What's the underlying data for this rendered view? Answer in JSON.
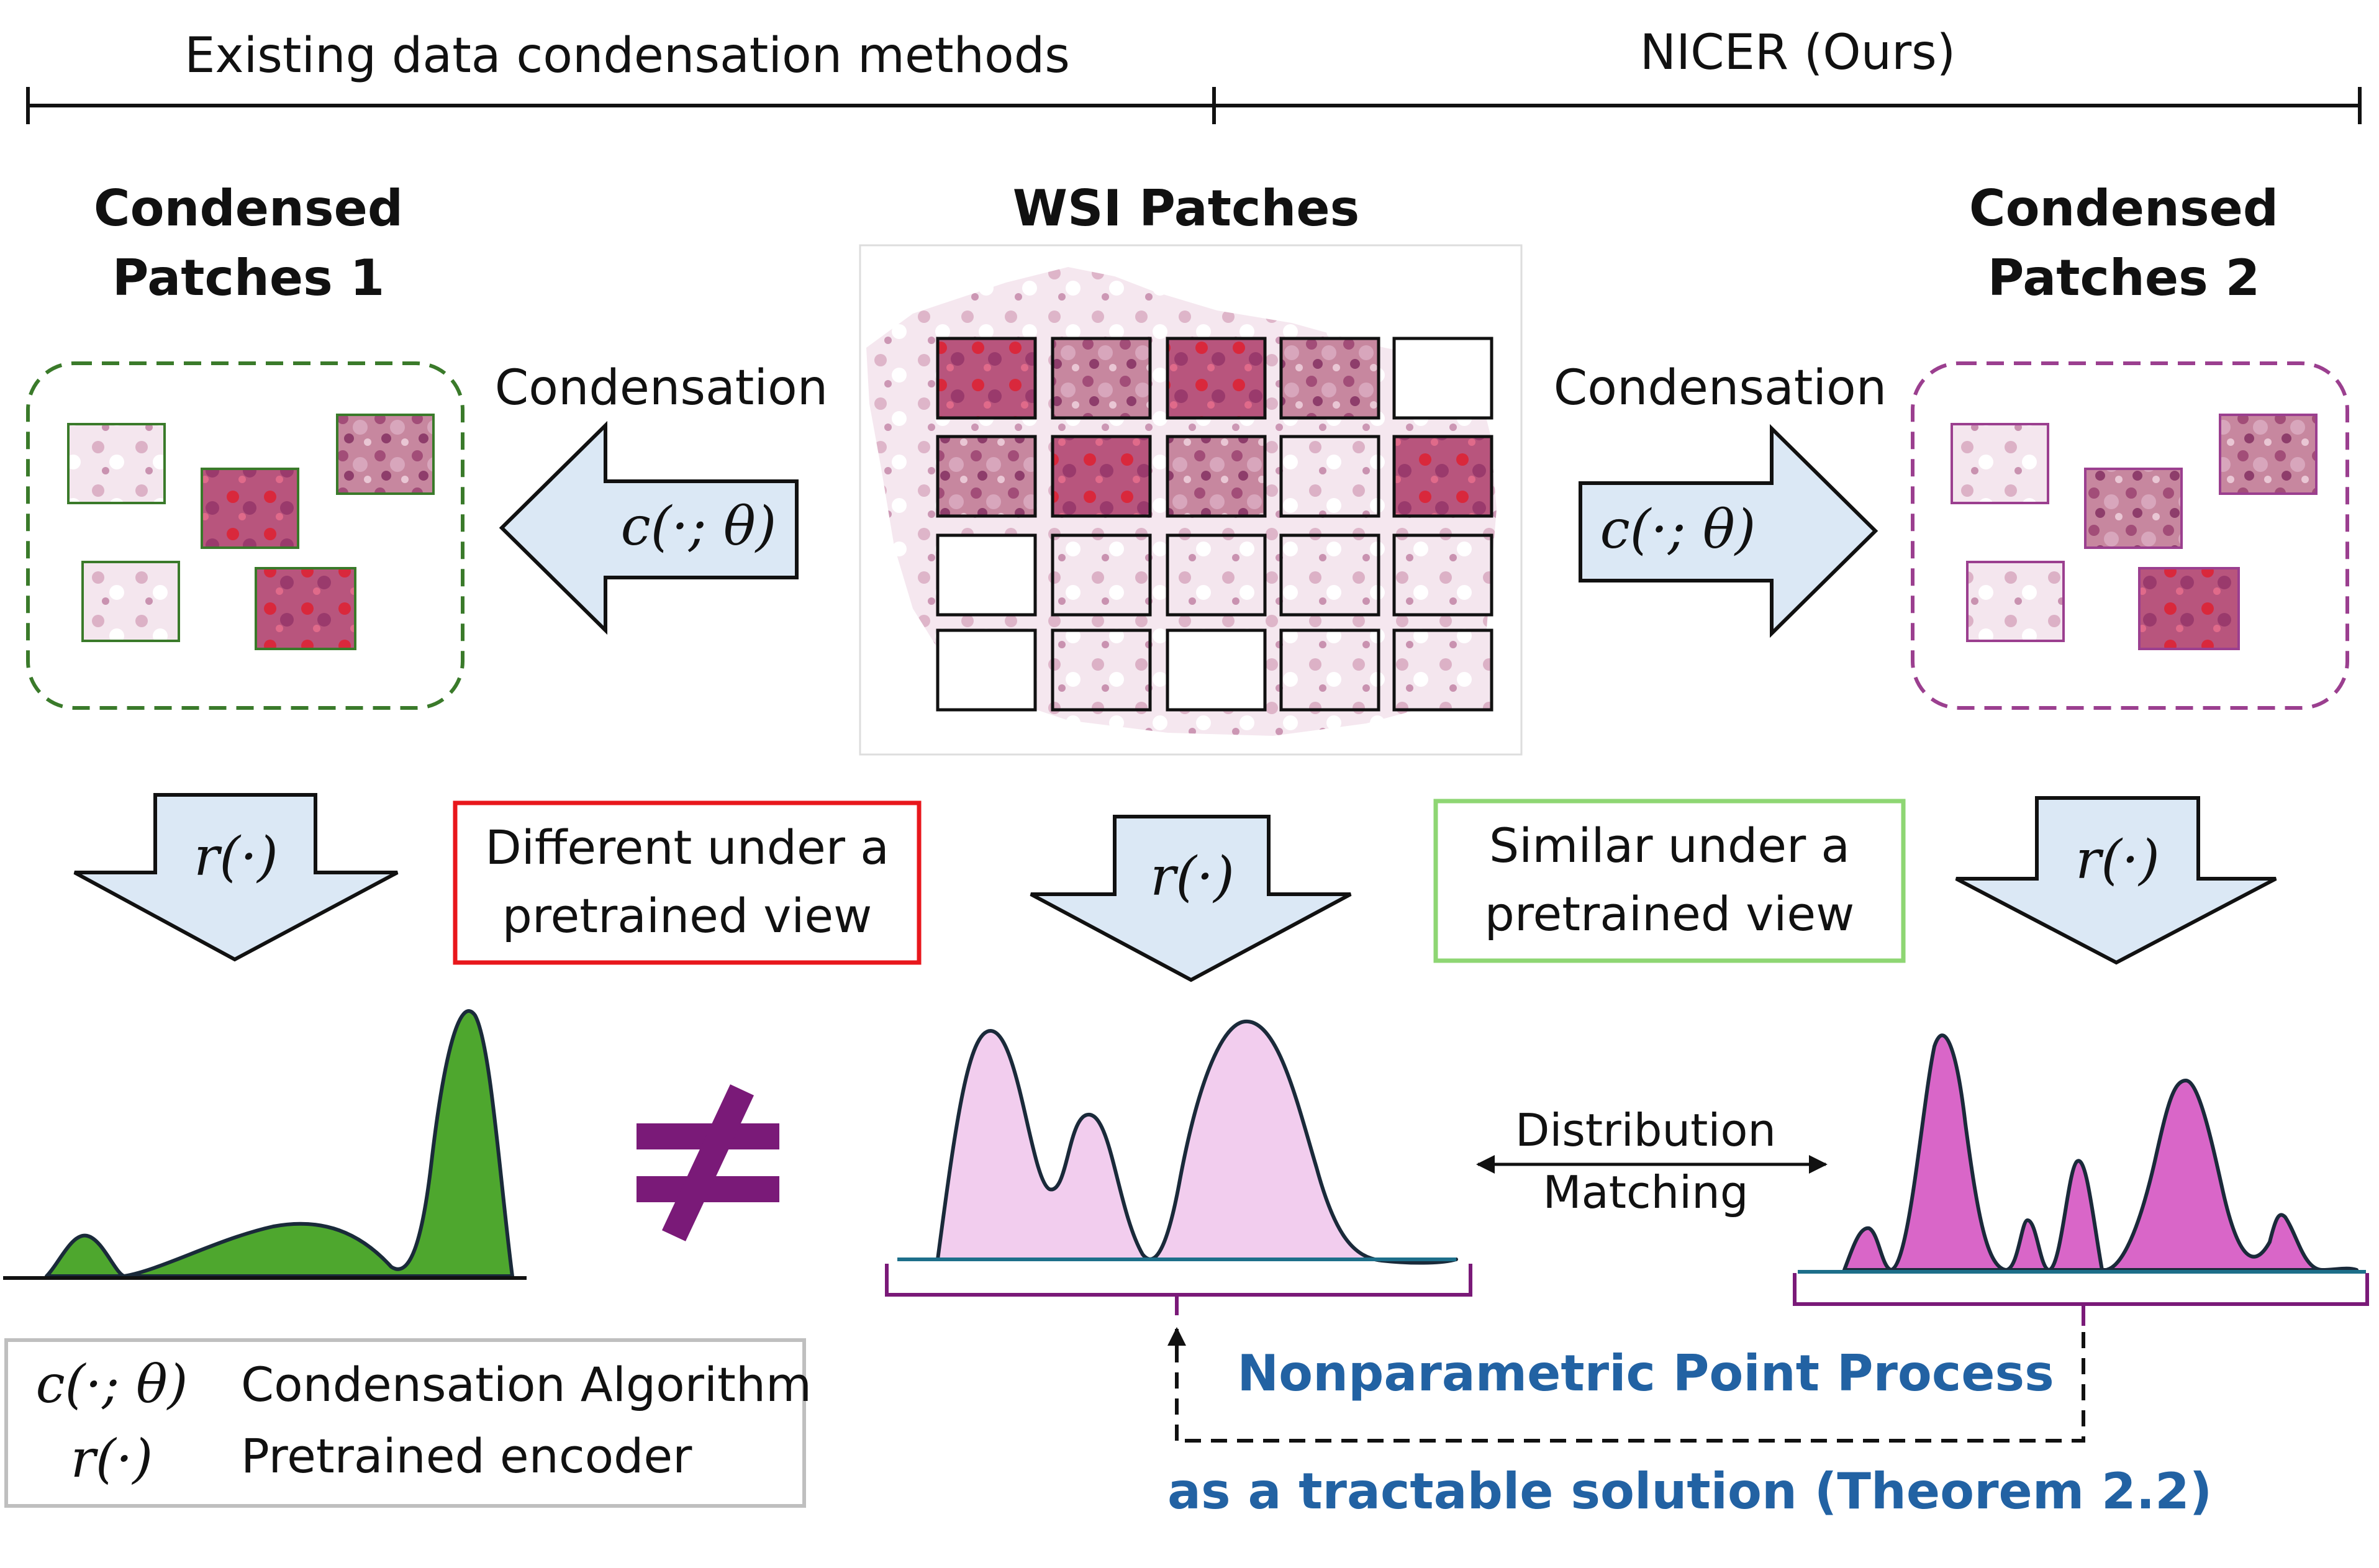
{
  "header": {
    "left_section": "Existing data condensation methods",
    "right_section": "NICER (Ours)"
  },
  "panels": {
    "condensed_1": [
      "Condensed",
      "Patches 1"
    ],
    "wsi": "WSI Patches",
    "condensed_2": [
      "Condensed",
      "Patches 2"
    ]
  },
  "arrows": {
    "condensation_left": "Condensation",
    "condensation_right": "Condensation",
    "condense_fn": "c(·; θ)",
    "encoder_fn": "r(·)"
  },
  "comparison": {
    "different": [
      "Different under a",
      "pretrained view"
    ],
    "similar": [
      "Similar under a",
      "pretrained view"
    ],
    "not_equal": "≠",
    "distribution_matching": [
      "Distribution",
      "Matching"
    ]
  },
  "footer": {
    "point_process": "Nonparametric Point Process",
    "tractable": "as a tractable solution (Theorem 2.2)"
  },
  "legend": {
    "rows": [
      {
        "symbol": "c(·; θ)",
        "label": "Condensation Algorithm"
      },
      {
        "symbol": "r(·)",
        "label": "Pretrained encoder"
      }
    ]
  },
  "colors": {
    "arrow_fill": "#dbe8f5",
    "green_dist": "#4ea72e",
    "light_pink_dist": "#f2cdee",
    "magenta_dist": "#d966c8",
    "not_equal": "#7a1a78",
    "box_red": "#e8171c",
    "box_green": "#8ed673",
    "dashed_green": "#3a7a2a",
    "dashed_purple": "#9b3f8f",
    "blue_text": "#2262a3"
  }
}
